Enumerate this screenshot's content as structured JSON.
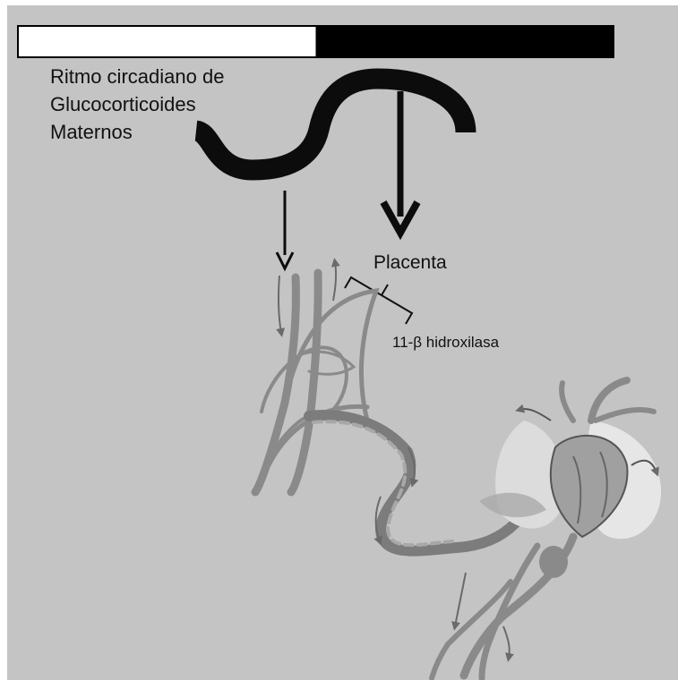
{
  "figure": {
    "title_lines": [
      "Ritmo circadiano de",
      "Glucocorticoides",
      "Maternos"
    ],
    "placenta_label": "Placenta",
    "enzyme_label": "11-β hidroxilasa"
  },
  "day_night_bar": {
    "segments": [
      {
        "phase": "day",
        "color": "#ffffff",
        "fraction": 0.5
      },
      {
        "phase": "night",
        "color": "#000000",
        "fraction": 0.5
      }
    ]
  },
  "colors": {
    "background": "#c4c4c4",
    "frame": "#ffffff",
    "curve": "#0c0c0c",
    "vessel": "#8a8a8a",
    "vessel_edge": "#5e5e5e",
    "lung": "#e8e8e8",
    "heart": "#9a9a9a"
  }
}
